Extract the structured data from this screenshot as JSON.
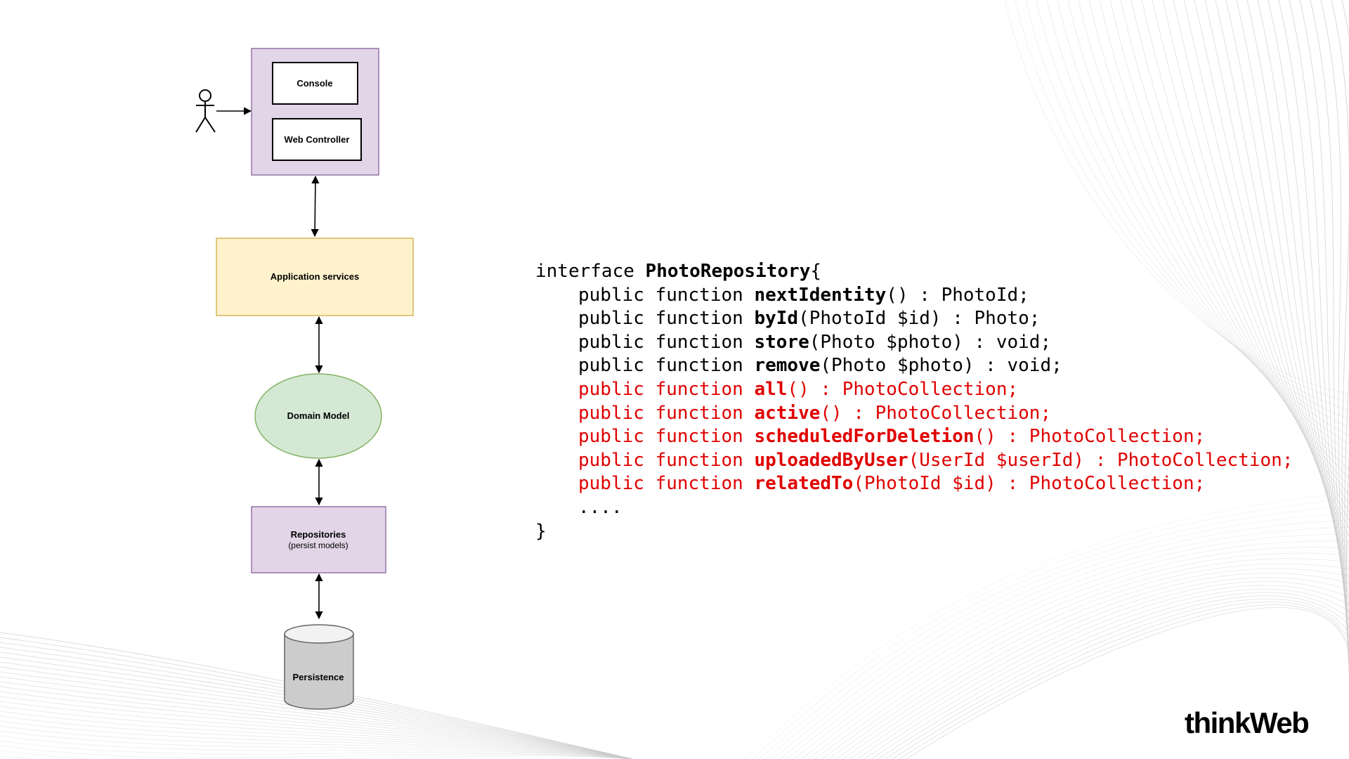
{
  "diagram": {
    "nodes": {
      "console": "Console",
      "web_controller": "Web Controller",
      "application_services": "Application services",
      "domain_model": "Domain Model",
      "repositories": "Repositories",
      "repositories_sub": "(persist models)",
      "persistence": "Persistence"
    },
    "colors": {
      "purple_fill": "#e1d5e7",
      "purple_stroke": "#9673a6",
      "yellow_fill": "#fff2cc",
      "yellow_stroke": "#d6b656",
      "green_fill": "#d5e8d4",
      "green_stroke": "#82b366",
      "cylinder_fill": "#cccccc",
      "cylinder_stroke": "#666666"
    },
    "icons": {
      "actor": "stick-figure-icon"
    }
  },
  "code": {
    "accent_color": "#e00000",
    "lines": [
      {
        "indent": false,
        "red": false,
        "parts": [
          {
            "t": "interface ",
            "b": false
          },
          {
            "t": "PhotoRepository",
            "b": true
          },
          {
            "t": "{",
            "b": false
          }
        ]
      },
      {
        "indent": true,
        "red": false,
        "parts": [
          {
            "t": "public function ",
            "b": false
          },
          {
            "t": "nextIdentity",
            "b": true
          },
          {
            "t": "() : PhotoId;",
            "b": false
          }
        ]
      },
      {
        "indent": true,
        "red": false,
        "parts": [
          {
            "t": "public function ",
            "b": false
          },
          {
            "t": "byId",
            "b": true
          },
          {
            "t": "(PhotoId $id) : Photo;",
            "b": false
          }
        ]
      },
      {
        "indent": true,
        "red": false,
        "parts": [
          {
            "t": "public function ",
            "b": false
          },
          {
            "t": "store",
            "b": true
          },
          {
            "t": "(Photo $photo) : void;",
            "b": false
          }
        ]
      },
      {
        "indent": true,
        "red": false,
        "parts": [
          {
            "t": "public function ",
            "b": false
          },
          {
            "t": "remove",
            "b": true
          },
          {
            "t": "(Photo $photo) : void;",
            "b": false
          }
        ]
      },
      {
        "indent": true,
        "red": true,
        "parts": [
          {
            "t": "public function ",
            "b": false
          },
          {
            "t": "all",
            "b": true
          },
          {
            "t": "() : PhotoCollection;",
            "b": false
          }
        ]
      },
      {
        "indent": true,
        "red": true,
        "parts": [
          {
            "t": "public function ",
            "b": false
          },
          {
            "t": "active",
            "b": true
          },
          {
            "t": "() : PhotoCollection;",
            "b": false
          }
        ]
      },
      {
        "indent": true,
        "red": true,
        "parts": [
          {
            "t": "public function ",
            "b": false
          },
          {
            "t": "scheduledForDeletion",
            "b": true
          },
          {
            "t": "() : PhotoCollection;",
            "b": false
          }
        ]
      },
      {
        "indent": true,
        "red": true,
        "parts": [
          {
            "t": "public function ",
            "b": false
          },
          {
            "t": "uploadedByUser",
            "b": true
          },
          {
            "t": "(UserId $userId) : PhotoCollection;",
            "b": false
          }
        ]
      },
      {
        "indent": true,
        "red": true,
        "parts": [
          {
            "t": "public function ",
            "b": false
          },
          {
            "t": "relatedTo",
            "b": true
          },
          {
            "t": "(PhotoId $id) : PhotoCollection;",
            "b": false
          }
        ]
      },
      {
        "indent": true,
        "red": false,
        "parts": [
          {
            "t": "....",
            "b": false
          }
        ]
      },
      {
        "indent": false,
        "red": false,
        "parts": [
          {
            "t": "}",
            "b": false
          }
        ]
      }
    ]
  },
  "logo": {
    "text": "thinkWeb"
  }
}
